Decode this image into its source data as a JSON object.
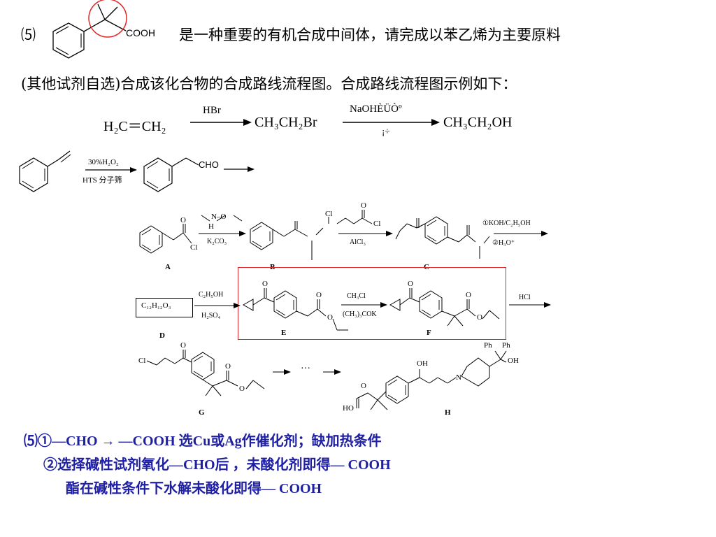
{
  "question": {
    "number": "⑸",
    "cooh": "COOH",
    "line1": "是一种重要的有机合成中间体，请完成以苯乙烯为主要原料",
    "line2": "(其他试剂自选)合成该化合物的合成路线流程图。合成路线流程图示例如下："
  },
  "example": {
    "start": "H₂C＝CH₂",
    "reagent1": "HBr",
    "mid": "CH₃CH₂Br",
    "reagent2_top": "NaOHÈÜÒº",
    "reagent2_bottom": "¡÷",
    "end": "CH₃CH₂OH"
  },
  "step1": {
    "reagent_top": "30%H₂O₂",
    "reagent_bottom": "HTS 分子筛",
    "product_group": "CHO"
  },
  "scheme": {
    "row1": {
      "a_group": "O",
      "a_cl": "Cl",
      "reagent_top": "N–O",
      "reagent_h": "H",
      "reagent_bottom": "K₂CO₃",
      "b_reagent_top": "Cl",
      "b_reagent_cl2": "Cl",
      "b_reagent_o": "O",
      "b_reagent_bottom": "AlCl₃",
      "c_reagent_top": "①KOH/C₂H₅OH",
      "c_reagent_bottom": "②H₃O⁺",
      "labels": [
        "A",
        "B",
        "C"
      ]
    },
    "row2": {
      "d_formula": "C₁₂H₁₂O₃",
      "d_reagent_top": "C₂H₅OH",
      "d_reagent_bottom": "H₂SO₄",
      "e_reagent_top": "CH₃Cl",
      "e_reagent_bottom": "(CH₃)₃COK",
      "f_reagent": "HCl",
      "labels": [
        "D",
        "E",
        "F"
      ]
    },
    "row3": {
      "g_cl": "Cl",
      "dots": "···",
      "h_oh": "OH",
      "h_ph1": "Ph",
      "h_ph2": "Ph",
      "h_oh2": "OH",
      "h_n": "N",
      "h_ho": "HO",
      "h_o": "O",
      "labels": [
        "G",
        "H"
      ]
    }
  },
  "answer": {
    "line1": "⑸①—CHO → —COOH 选Cu或Ag作催化剂；缺加热条件",
    "line2": "②选择碱性试剂氧化—CHO后 ，未酸化剂即得— COOH",
    "line3": "酯在碱性条件下水解未酸化即得— COOH"
  },
  "colors": {
    "answer": "#1f1fa3",
    "highlight": "#e0262b"
  }
}
